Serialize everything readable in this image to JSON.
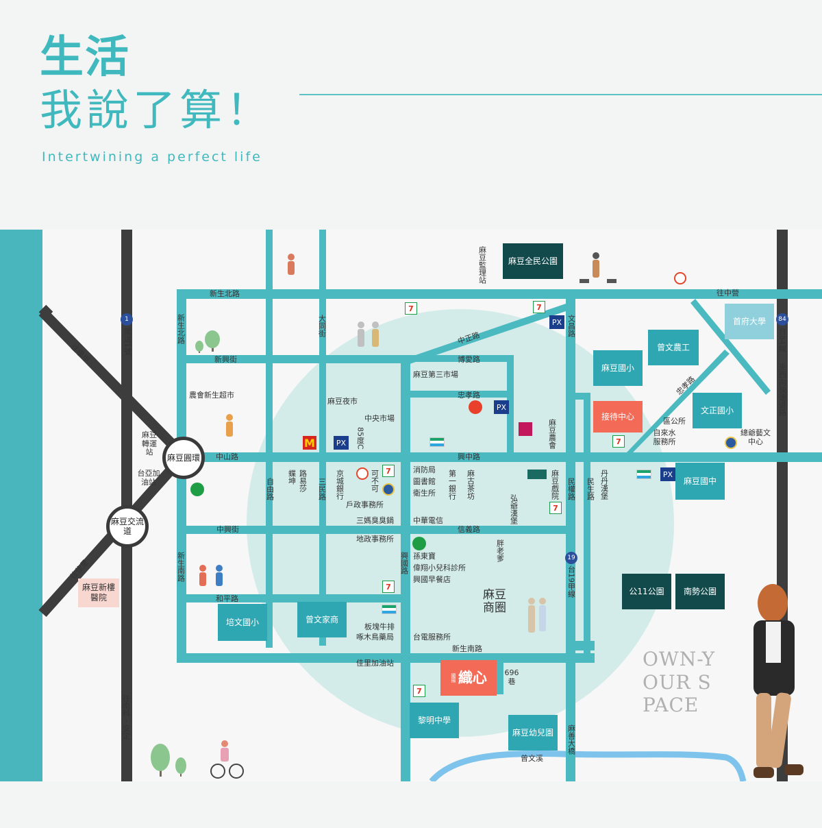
{
  "header": {
    "title_line1": "生活",
    "title_line2": "我說了算！",
    "subtitle": "Intertwining a perfect life"
  },
  "colors": {
    "accent_teal": "#3fb8be",
    "road_teal": "#4bb9c0",
    "box_teal": "#2ea7b3",
    "box_dark": "#124a4c",
    "box_light": "#8fd0dc",
    "box_salmon": "#f36b57",
    "circle_zone": "#cdeae6",
    "river": "#7ec3ec"
  },
  "map": {
    "roads": {
      "xinsheng_north_road": "新生北路",
      "xinsheng_north_road_v": "新生北路",
      "xinxing_street": "新興街",
      "datong_street": "大同街",
      "zhongzheng_road": "中正路",
      "boai_road": "博愛路",
      "zhongxiao_road": "忠孝路",
      "zhongxiao_road_east": "忠孝路",
      "zhongshan_road": "中山路",
      "xingzhong_road": "興中路",
      "ziyou_road": "自由路",
      "sanmin_road": "三民路",
      "zhongxing_street": "中興街",
      "xinyi_road": "信義路",
      "xinsheng_south_road_v": "新生南路",
      "heping_road": "和平路",
      "xinsheng_south_road": "新生南路",
      "xingguo_road": "興國路",
      "wenchang_road": "文昌路",
      "minquan_road": "民權路",
      "minsheng_road": "民生路",
      "tai19a": "台19甲線",
      "national_highway_1": "國道1號",
      "tai84": "台84線",
      "expressway_84": "東西向快速道路",
      "lane_696": "696巷",
      "madou_bridge": "麻善大橋",
      "zengwen_river": "曾文溪"
    },
    "directions": {
      "to_xuejia": "往學甲",
      "to_jiali": "往佳里",
      "to_zhongying": "往中營",
      "to_nanke_anding": "往南科・安定"
    },
    "roundabouts": {
      "madou_roundabout": "麻豆圓環",
      "madou_interchange": "麻豆交流道"
    },
    "boxes": {
      "madou_park": "麻豆全民公園",
      "shoufu_university": "首府大學",
      "zengwen_agri": "曾文農工",
      "madou_elementary": "麻豆國小",
      "reception_center": "接待中心",
      "wenzheng_elementary": "文正國小",
      "madou_junior_high": "麻豆國中",
      "park_11": "公11公園",
      "nanshi_park": "南勢公園",
      "peiwen_elementary": "培文國小",
      "zengwen_commercial": "曾文家商",
      "project_name": "織心",
      "project_prefix": "國揚",
      "liming_junior_high": "黎明中學",
      "madou_kindergarten": "麻豆幼兒園",
      "xinlou_hospital": "麻豆新樓醫院"
    },
    "poi": {
      "supervision_station": "麻豆監理站",
      "farmers_market": "農會新生超市",
      "madou_transport_station": "麻豆轉運站",
      "gas_station": "台亞加油站",
      "night_market": "麻豆夜市",
      "central_market": "中央市場",
      "cafe_85": "85度C",
      "third_market": "麻豆第三市場",
      "fire_dept": "消防局",
      "library": "圖書館",
      "health_center": "衛生所",
      "household_office": "戶政事務所",
      "stinky_tofu": "三媽臭臭鍋",
      "land_office": "地政事務所",
      "chunghwa_telecom": "中華電信",
      "sun_dongbao": "孫東寶",
      "weixiang_clinic": "偉翔小兒科診所",
      "xingguo_breakfast": "興國早餐店",
      "ruby_steak": "板塊牛排",
      "zhuomuniao_pharmacy": "啄木鳥藥局",
      "taipower": "台電服務所",
      "jiali_gas": "佳里加油站",
      "district_office": "區公所",
      "water_office": "自來水服務所",
      "arts_center": "總爺藝文中心",
      "madou_shopping": "麻豆商圈",
      "luli": "路易莎",
      "dieqiao": "蝶坤",
      "jingcheng_bank": "京城銀行",
      "kebukeyi": "可不可",
      "first_bank": "第一銀行",
      "magu_tea": "麻古茶坊",
      "hongye_burger": "弘爺漢堡",
      "madou_farmers": "麻豆農會",
      "madou_theater": "麻豆戲院",
      "dandan_burger": "丹丹漢堡",
      "pangyelao": "胖老爹"
    },
    "badges": {
      "seven_eleven": "7",
      "mcdonalds": "M",
      "pxmart": "PX",
      "hwy_1": "1",
      "hwy_84": "84",
      "hwy_19": "19"
    },
    "slogan": "OWN-YOUR SPACE"
  }
}
